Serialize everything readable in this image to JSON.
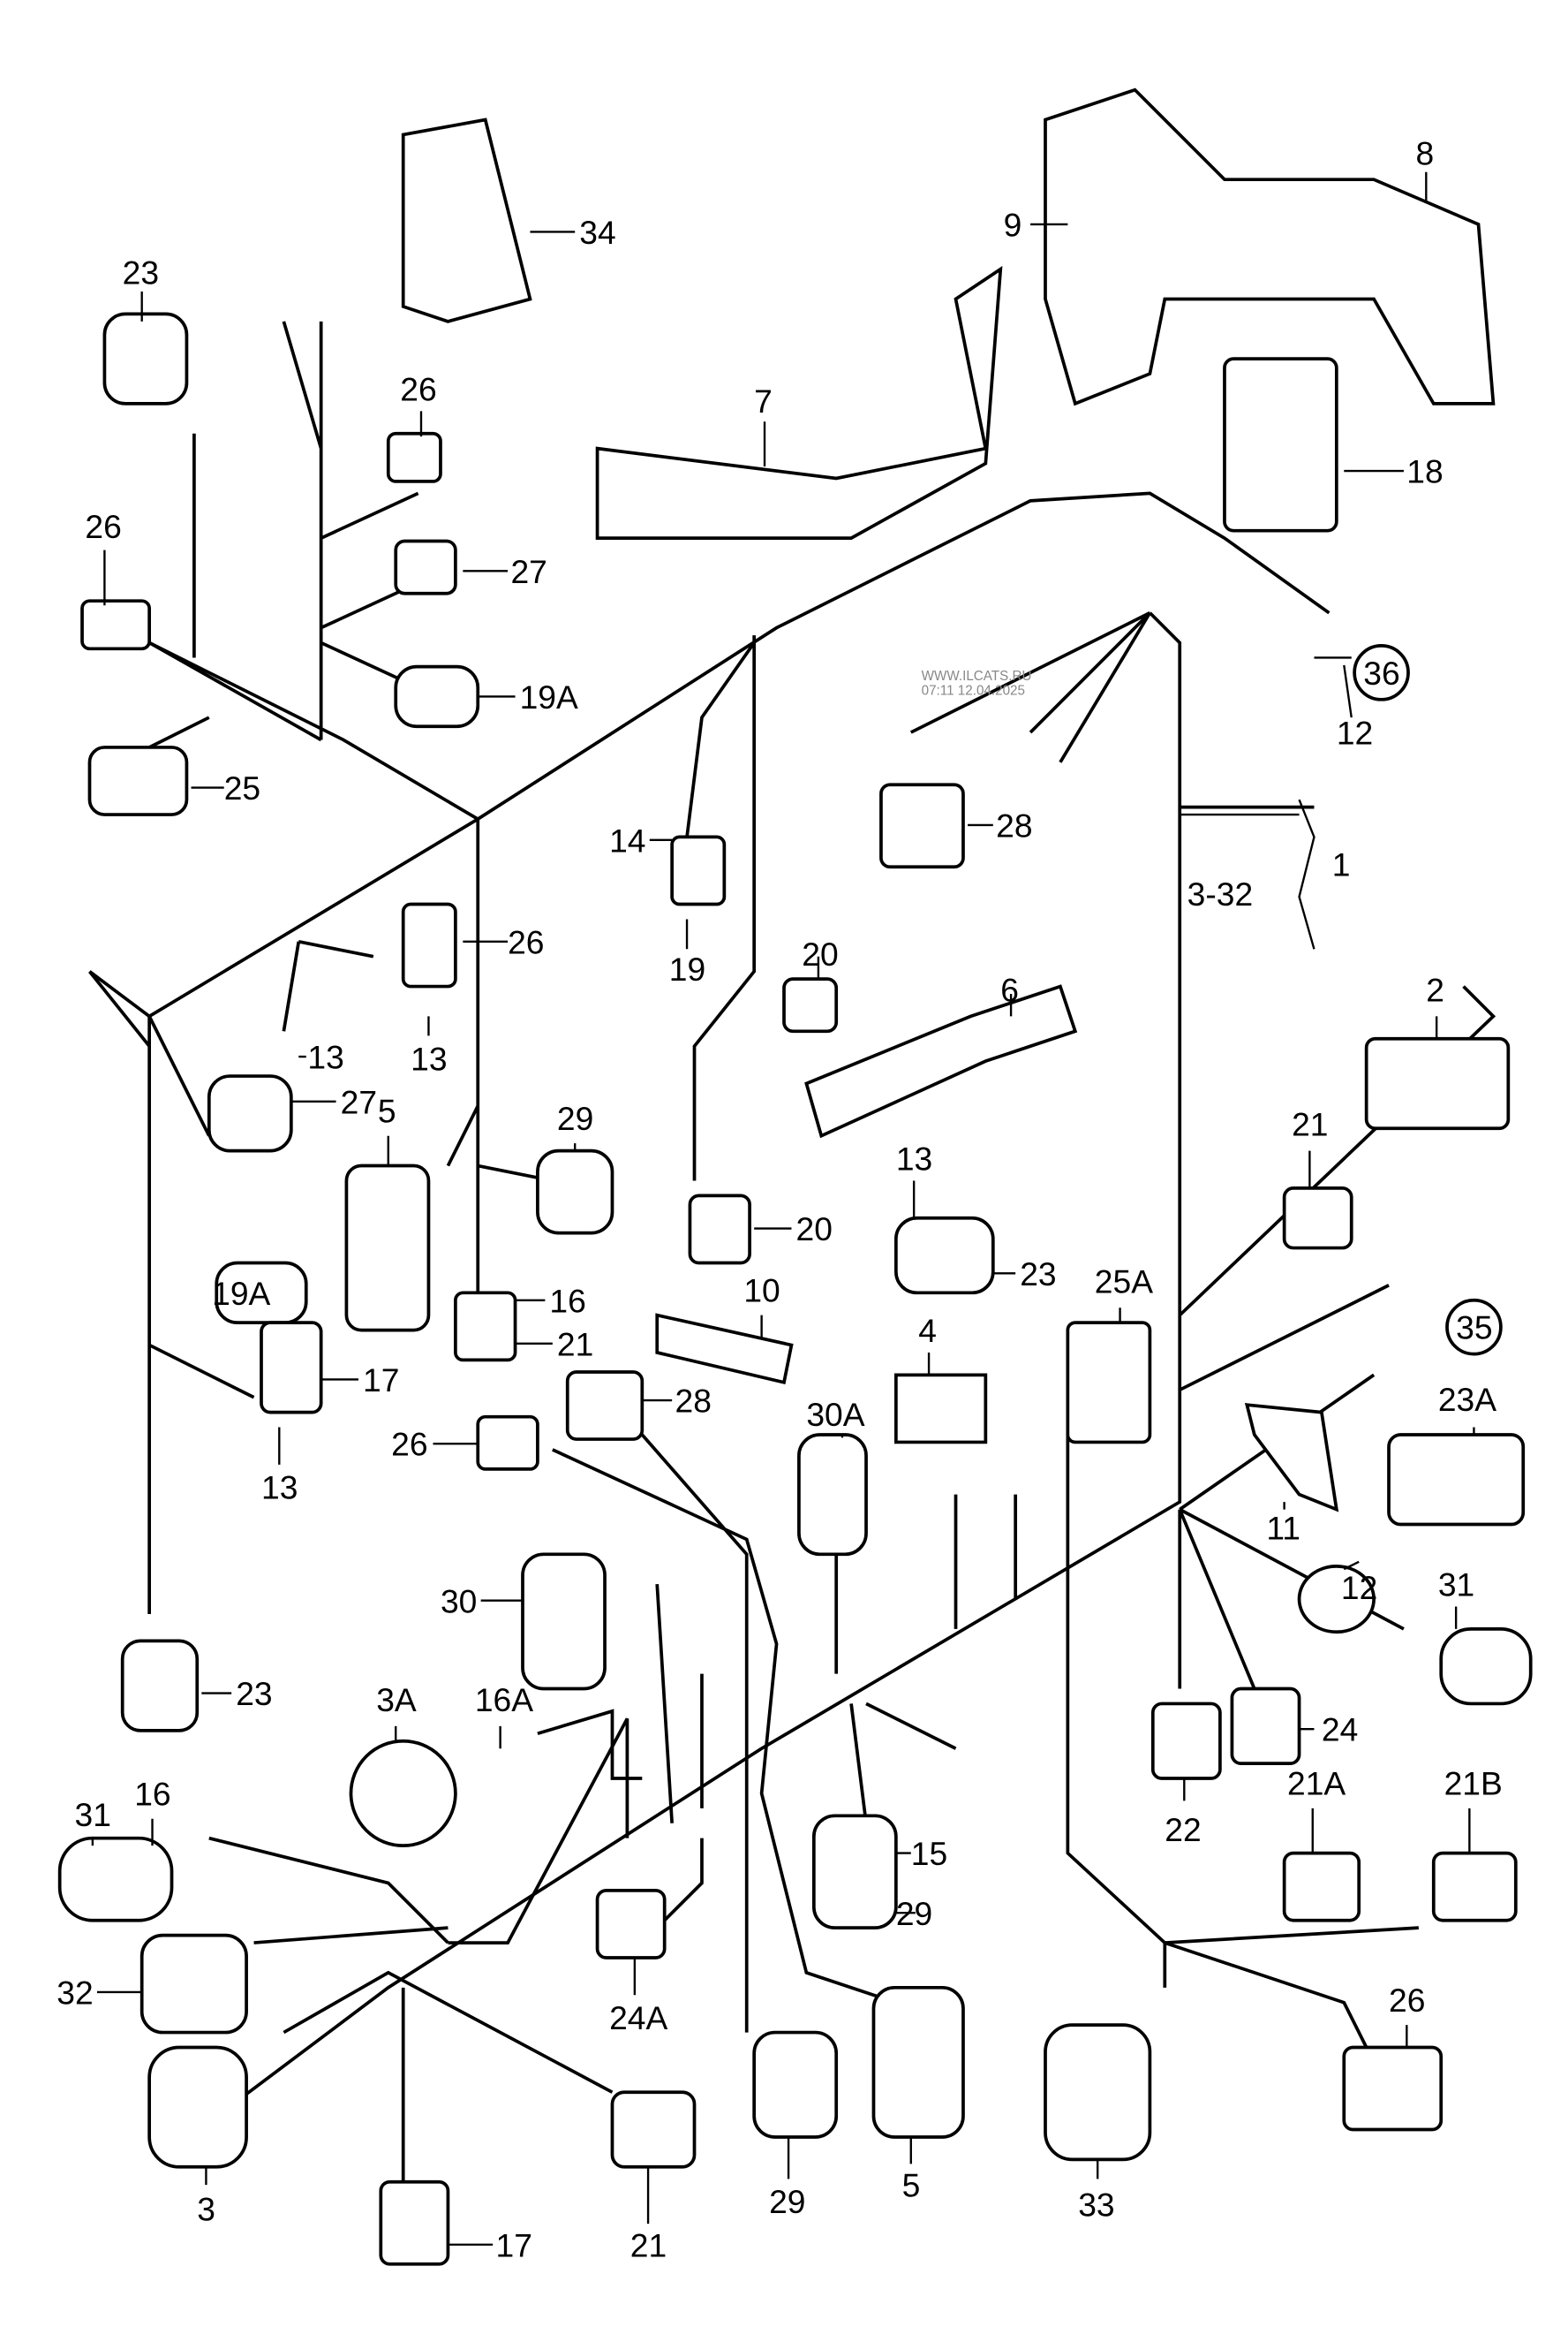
{
  "watermark": {
    "line1": "WWW.ILCATS.RU",
    "line2": "07:11 12.04.2025"
  },
  "callouts": {
    "c34": "34",
    "c23a": "23",
    "c26a": "26",
    "c26b": "26",
    "c27a": "27",
    "c19Aa": "19A",
    "c25": "25",
    "c7": "7",
    "c9": "9",
    "c8": "8",
    "c18": "18",
    "c36": "36",
    "c12a": "12",
    "c28a": "28",
    "c14": "14",
    "c19": "19",
    "c3_32": "3-32",
    "c1": "1",
    "c26c": "26",
    "c13a": "13",
    "c6": "6",
    "c20a": "20",
    "c13b": "13",
    "c27b": "27",
    "c2": "2",
    "c29a": "29",
    "c5a": "5",
    "c21a": "21",
    "c13c": "13",
    "c20b": "20",
    "c23b": "23",
    "c19Ab": "19A",
    "c16a": "16",
    "c21b": "21",
    "c10": "10",
    "c4": "4",
    "c25A": "25A",
    "c35": "35",
    "c17a": "17",
    "c28b": "28",
    "c26d": "26",
    "c13d": "13",
    "c30A": "30A",
    "c23A": "23A",
    "c11": "11",
    "c12b": "12",
    "c31a": "31",
    "c30": "30",
    "c23c": "23",
    "c3A": "3A",
    "c16A": "16A",
    "c24": "24",
    "c22": "22",
    "c15": "15",
    "c21A": "21A",
    "c21B": "21B",
    "c31b": "31",
    "c16b": "16",
    "c29b": "29",
    "c32": "32",
    "c24A": "24A",
    "c26e": "26",
    "c3": "3",
    "c29c": "29",
    "c5b": "5",
    "c33": "33",
    "c21c": "21",
    "c17b": "17"
  }
}
